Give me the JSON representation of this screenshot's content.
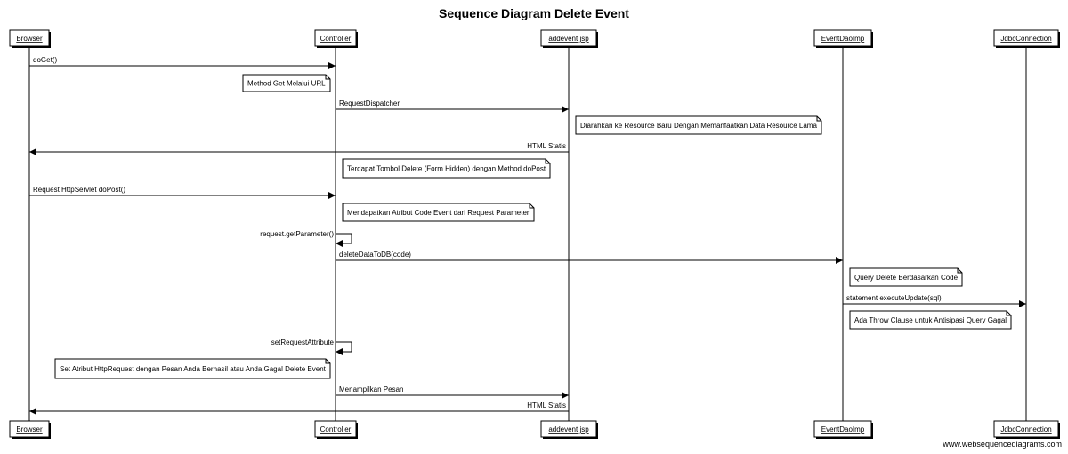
{
  "title": "Sequence Diagram Delete Event",
  "footer": "www.websequencediagrams.com",
  "participants": [
    {
      "name": "Browser"
    },
    {
      "name": "Controller"
    },
    {
      "name": "addevent jsp"
    },
    {
      "name": "EventDaoImp"
    },
    {
      "name": "JdbcConnection"
    }
  ],
  "steps": [
    {
      "kind": "message",
      "from": 0,
      "to": 1,
      "label": "doGet()"
    },
    {
      "kind": "note",
      "anchor": 1,
      "side": "left",
      "text": "Method Get Melalui URL"
    },
    {
      "kind": "message",
      "from": 1,
      "to": 2,
      "label": "RequestDispatcher"
    },
    {
      "kind": "note",
      "anchor": 2,
      "side": "right",
      "text": "Diarahkan ke Resource Baru Dengan Memanfaatkan Data  Resource Lama"
    },
    {
      "kind": "message",
      "from": 2,
      "to": 0,
      "label": "HTML Statis"
    },
    {
      "kind": "note",
      "anchor": 1,
      "side": "right",
      "text": "Terdapat Tombol Delete (Form Hidden) dengan Method doPost"
    },
    {
      "kind": "message",
      "from": 0,
      "to": 1,
      "label": "Request HttpServlet doPost()"
    },
    {
      "kind": "note",
      "anchor": 1,
      "side": "right",
      "text": "Mendapatkan Atribut Code Event dari Request Parameter"
    },
    {
      "kind": "self",
      "at": 1,
      "label": "request.getParameter()"
    },
    {
      "kind": "message",
      "from": 1,
      "to": 3,
      "label": "deleteDataToDB(code)"
    },
    {
      "kind": "note",
      "anchor": 3,
      "side": "right",
      "text": "Query Delete Berdasarkan Code"
    },
    {
      "kind": "message",
      "from": 3,
      "to": 4,
      "label": "statement executeUpdate(sql)"
    },
    {
      "kind": "note",
      "anchor": 3,
      "side": "right",
      "text": "Ada Throw Clause untuk Antisipasi Query Gagal"
    },
    {
      "kind": "self",
      "at": 1,
      "label": "setRequestAttribute"
    },
    {
      "kind": "note",
      "anchor": 1,
      "side": "left",
      "text": "Set Atribut HttpRequest dengan Pesan Anda Berhasil atau Anda Gagal Delete Event"
    },
    {
      "kind": "message",
      "from": 1,
      "to": 2,
      "label": "Menampilkan Pesan"
    },
    {
      "kind": "message",
      "from": 2,
      "to": 0,
      "label": "HTML Statis"
    }
  ]
}
